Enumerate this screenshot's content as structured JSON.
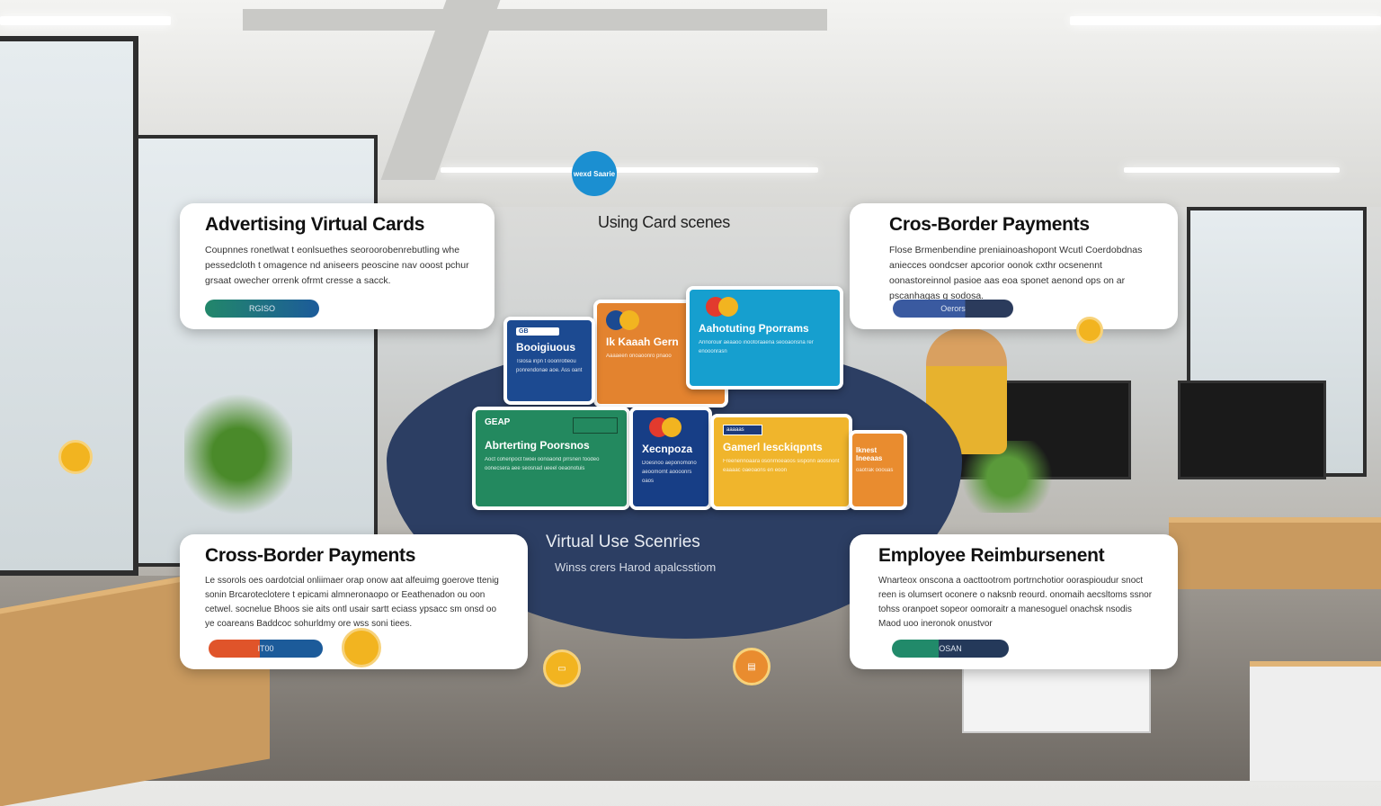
{
  "header": {
    "title": "Using Card scenes",
    "badge": "wexd Saarie"
  },
  "panels": [
    {
      "title": "Advertising Virtual Cards",
      "body": "Coupnnes ronetlwat t eonlsuethes seoroorobenrebutling whe pessedcloth t omagence nd aniseers peoscine nav ooost pchur grsaat owecher orrenk ofrmt cresse a sacck.",
      "button": "RGISO",
      "button_colors": [
        "#22876a",
        "#1c5b9a"
      ]
    },
    {
      "title": "Cros-Border Payments",
      "body": "Flose Brmenbendine preniainoashopont Wcutl Coerdobdnas aniecces oondcser apcorior oonok cxthr ocsenennt oonastoreinnol pasioe aas eoa sponet aenond ops on ar pscanhagas g sodosa.",
      "button": "Oerors",
      "button_colors": [
        "#3a5aa0",
        "#2b3b5c"
      ]
    },
    {
      "title": "Cross-Border Payments",
      "body": "Le ssorols oes oardotcial onliimaer orap onow aat alfeuimg goerove ttenig sonin Brcaroteclotere t epicami almneronaopo or Eeathenadon ou oon cetwel. socnelue Bhoos sie aits ontl usair sartt eciass ypsacc sm onsd oo ye coareans Baddcoc sohurldmy ore wss soni tiees.",
      "button": "IT00",
      "button_colors": [
        "#e0542a",
        "#1c5b9a"
      ]
    },
    {
      "title": "Employee Reimbursenent",
      "body": "Wnarteox onscona a oacttootrom portrnchotior ooraspioudur snoct reen is olumsert oconere o naksnb reourd. onomaih aecsltoms ssnor tohss oranpoet sopeor oomoraitr a manesoguel onachsk nsodis Maod uoo ineronok onustvor",
      "button": "OSAN",
      "button_colors": [
        "#218a6a",
        "#24395a"
      ]
    }
  ],
  "center": {
    "title": "Virtual Use Scenries",
    "subtitle": "Winss crers Harod apalcsstiom"
  },
  "mini_cards": [
    {
      "title": "Booigiuous",
      "badge": "GB",
      "color": "#1c4a91",
      "body": "Tslosa inpn t ooonrotleou ponrendonae aoe. Ass oant"
    },
    {
      "title": "Ik Kaaah Gern",
      "color": "#e3832f",
      "body": "Aaaaeen onoaoonro pnaoo"
    },
    {
      "title": "Aahotuting Pporrams",
      "color": "#169fcf",
      "body": "Annorouir aeaaoo inootoraaena seooaonsna rer enooonrasn"
    },
    {
      "title": "Abrterting Poorsnos",
      "badge": "GEAP",
      "color": "#23895f",
      "body": "Aoct cohenpoct twoei oonoaond prrsnen foodeo oonecsera aee seosnad ueeel oeaonotuis"
    },
    {
      "title": "Xecnpoza",
      "color": "#173e86",
      "body": "Doesnoo aeponomono aeoomornt aoooonrs oaos"
    },
    {
      "title": "Gamerl Iesckiqpnts",
      "badge": "aaaaas",
      "color": "#f0b52c",
      "body": "Freenennoaara osonrnoeaoos sisponn aoosnont eaaaac oaeoaons en eoon"
    },
    {
      "title": "Iknest Ineeaas",
      "color": "#e98c2f",
      "body": "oaotrak ooouas"
    }
  ],
  "accent_colors": {
    "navy": "#2c3e63",
    "yellow": "#f2b420",
    "blue": "#1b8fd1"
  }
}
